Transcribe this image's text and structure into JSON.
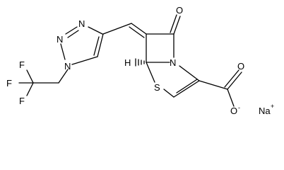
{
  "molecule": {
    "atoms": {
      "f1": "F",
      "f2": "F",
      "f3": "F",
      "n1": "N",
      "n2": "N",
      "n3": "N",
      "o_ketone": "O",
      "n_lactam": "N",
      "h_stereo": "H",
      "s_ring": "S",
      "o_carbonyl": "O",
      "o_carboxylate": "O",
      "o_charge": "-",
      "na": "Na",
      "na_charge": "+"
    }
  }
}
